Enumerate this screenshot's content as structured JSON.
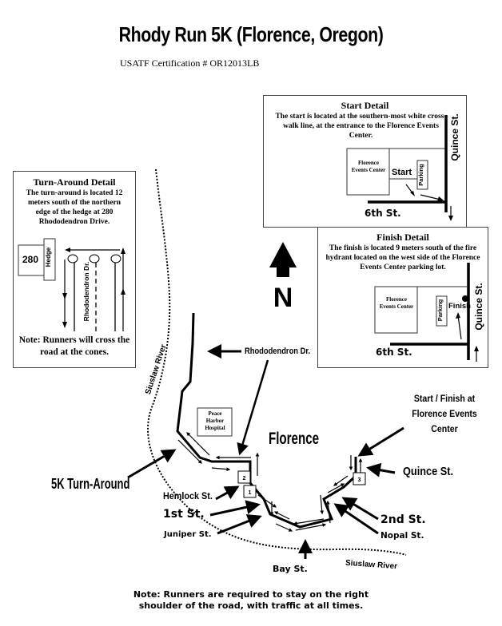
{
  "header": {
    "title": "Rhody Run 5K (Florence, Oregon)",
    "certification": "USATF Certification # OR12013LB"
  },
  "start_detail": {
    "heading": "Start Detail",
    "description": "The start is located at the southern-most white cross-walk line, at the entrance to the Florence Events Center.",
    "building": "Florence Events Center",
    "start_label": "Start",
    "parking_label": "Parking",
    "street_vertical": "Quince St.",
    "street_horizontal": "6th St."
  },
  "finish_detail": {
    "heading": "Finish Detail",
    "description": "The finish is located 9 meters south of the fire hydrant located on the west side of the Florence Events Center parking lot.",
    "building": "Florence Events Center",
    "finish_label": "Finish",
    "parking_label": "Parking",
    "street_vertical": "Quince St.",
    "street_horizontal": "6th St."
  },
  "turnaround_detail": {
    "heading": "Turn-Around Detail",
    "description": "The turn-around is located 12 meters south of the northern edge of the hedge at 280 Rhododendron Drive.",
    "house_number": "280",
    "hedge_label": "Hedge",
    "road_label": "Rhododendron Dr.",
    "note": "Note: Runners will cross the road at the cones."
  },
  "map": {
    "north_label": "N",
    "river_label": "Siuslaw River",
    "city_label": "Florence",
    "hospital_label": "Peace Harbor Hospital",
    "rhododendron_label": "Rhododendron Dr.",
    "turnaround_label": "5K Turn-Around",
    "start_finish_label": "Start / Finish at Florence Events Center",
    "streets": {
      "hemlock": "Hemlock St.",
      "first": "1st St.",
      "juniper": "Juniper St.",
      "bay": "Bay St.",
      "quince": "Quince St.",
      "second": "2nd St.",
      "nopal": "Nopal St."
    },
    "markers": [
      "1",
      "2",
      "3"
    ]
  },
  "footer": {
    "note_line1": "Note: Runners are required to stay on the right",
    "note_line2": "shoulder of the road, with traffic at all times."
  }
}
